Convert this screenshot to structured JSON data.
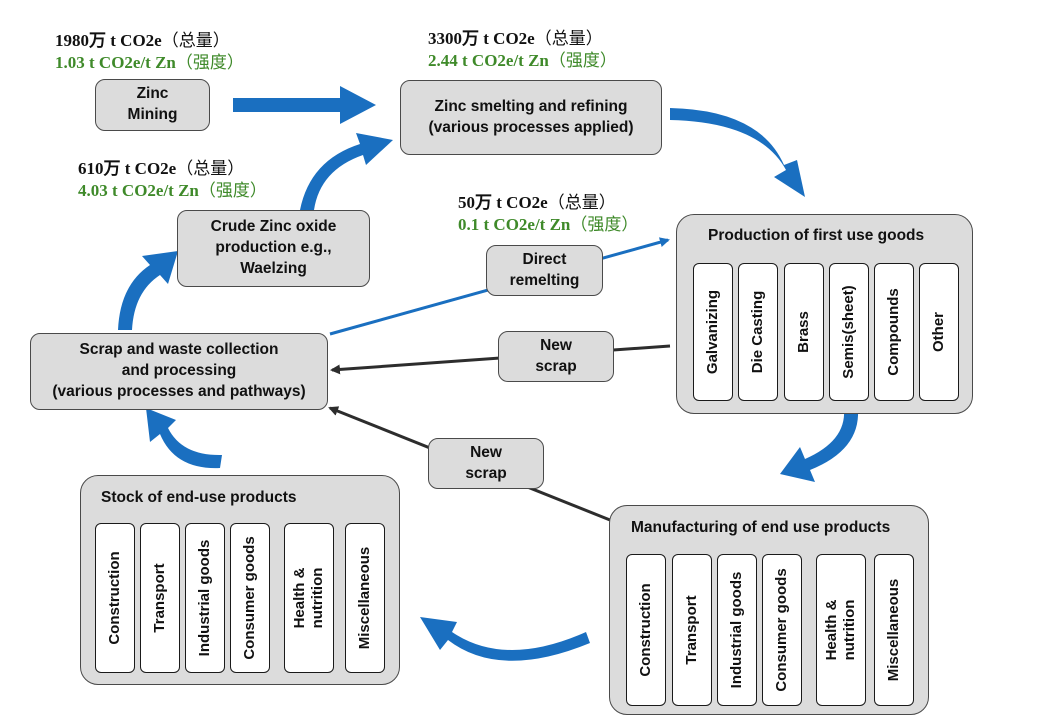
{
  "stats": {
    "zinc_mining": {
      "total": "1980万 t CO2e",
      "total_tag": "（总量）",
      "intensity": "1.03 t CO2e/t Zn",
      "intensity_tag": "（强度）"
    },
    "smelting": {
      "total": "3300万 t CO2e",
      "total_tag": "（总量）",
      "intensity": "2.44 t CO2e/t Zn",
      "intensity_tag": "（强度）"
    },
    "crude_zinc_oxide": {
      "total": "610万 t CO2e",
      "total_tag": "（总量）",
      "intensity": "4.03 t CO2e/t Zn",
      "intensity_tag": "（强度）"
    },
    "direct_remelting": {
      "total": "50万 t CO2e",
      "total_tag": "（总量）",
      "intensity": "0.1 t CO2e/t Zn",
      "intensity_tag": "（强度）"
    }
  },
  "nodes": {
    "zinc_mining": [
      "Zinc",
      "Mining"
    ],
    "smelting": [
      "Zinc smelting and refining",
      "(various processes applied)"
    ],
    "crude_zinc_oxide": [
      "Crude Zinc oxide",
      "production e.g.,",
      "Waelzing"
    ],
    "direct_remelting": [
      "Direct",
      "remelting"
    ],
    "new_scrap_1": [
      "New",
      "scrap"
    ],
    "new_scrap_2": [
      "New",
      "scrap"
    ],
    "scrap_collection": [
      "Scrap and waste collection",
      "and processing",
      "(various processes and pathways)"
    ]
  },
  "first_use": {
    "title": "Production of first use goods",
    "items": [
      "Galvanizing",
      "Die Casting",
      "Brass",
      "Semis(sheet)",
      "Compounds",
      "Other"
    ]
  },
  "manufacturing": {
    "title": "Manufacturing of end use products",
    "items": [
      "Construction",
      "Transport",
      "Industrial goods",
      "Consumer goods",
      "Health & nutrition",
      "Miscellaneous"
    ]
  },
  "stock": {
    "title": "Stock of end-use products",
    "items": [
      "Construction",
      "Transport",
      "Industrial goods",
      "Consumer goods",
      "Health & nutrition",
      "Miscellaneous"
    ]
  },
  "colors": {
    "flow_blue": "#1a6fc0",
    "scrap_gray": "#3a3a3a",
    "intensity_green": "#3f8a2a"
  }
}
